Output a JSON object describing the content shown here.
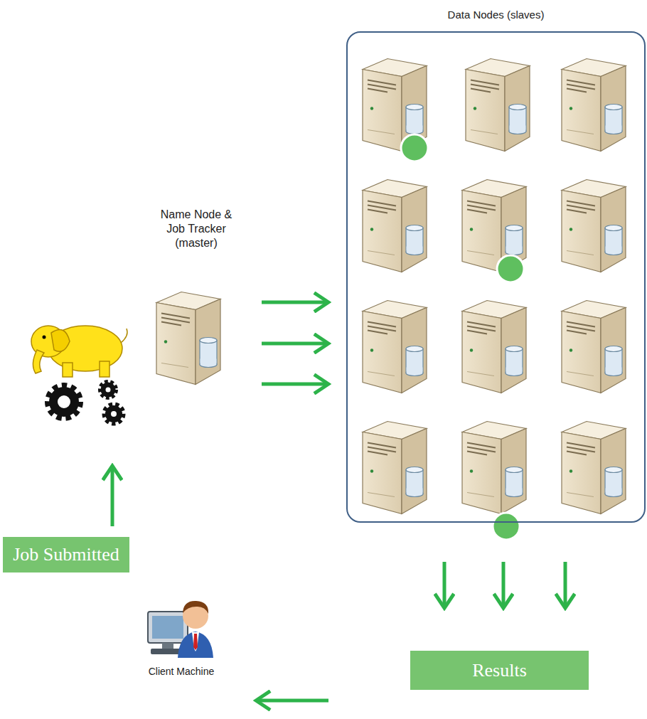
{
  "diagram": {
    "nodes": [
      {
        "text": [
          "Data Nodes (slaves)"
        ]
      },
      {
        "text": [
          "Name Node & Job Tracker (master)"
        ]
      },
      {
        "text": [
          "Job Submitted"
        ]
      },
      {
        "text": [
          "Results"
        ]
      },
      {
        "text": [
          "Client Machine"
        ]
      }
    ],
    "edges": [
      {
        "from": 1,
        "to": 0,
        "arrow": "to"
      },
      {
        "from": 1,
        "to": 0,
        "arrow": "to"
      },
      {
        "from": 1,
        "to": 0,
        "arrow": "to"
      },
      {
        "from": 0,
        "to": 3,
        "arrow": "to"
      },
      {
        "from": 0,
        "to": 3,
        "arrow": "to"
      },
      {
        "from": 0,
        "to": 3,
        "arrow": "to"
      },
      {
        "from": 3,
        "to": 4,
        "arrow": "to"
      },
      {
        "from": 2,
        "to": 1,
        "arrow": "to"
      }
    ]
  }
}
